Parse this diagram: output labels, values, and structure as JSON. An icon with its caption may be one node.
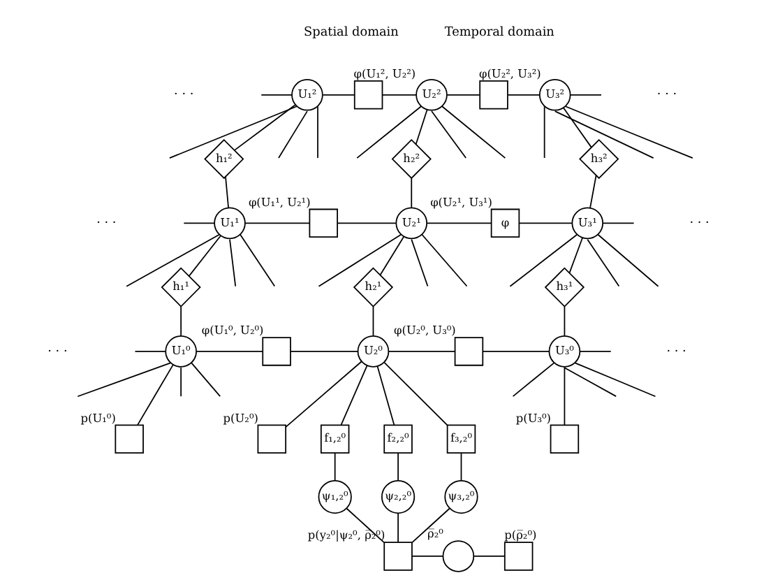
{
  "diagram": {
    "nodes": [
      {
        "text": [
          "U₁²"
        ]
      },
      {
        "text": [],
        "shape": "box",
        "beside": [
          "φ(U₁², U₂²)"
        ]
      },
      {
        "text": [
          "U₂²"
        ]
      },
      {
        "text": [],
        "shape": "box",
        "beside": [
          "φ(U₂², U₃²)"
        ]
      },
      {
        "text": [
          "U₃²"
        ]
      },
      {
        "text": [
          "h₁²"
        ]
      },
      {
        "text": [
          "h₂²"
        ]
      },
      {
        "text": [
          "h₃²"
        ]
      },
      {
        "text": [
          "U₁¹"
        ]
      },
      {
        "text": [],
        "shape": "box",
        "beside": [
          "φ(U₁¹, U₂¹)"
        ]
      },
      {
        "text": [
          "U₂¹"
        ]
      },
      {
        "text": [
          "φ"
        ],
        "beside": [
          "φ(U₂¹, U₃¹)"
        ]
      },
      {
        "text": [
          "U₃¹"
        ]
      },
      {
        "text": [
          "h₁¹"
        ]
      },
      {
        "text": [
          "h₂¹"
        ]
      },
      {
        "text": [
          "h₃¹"
        ]
      },
      {
        "text": [
          "U₁⁰"
        ]
      },
      {
        "text": [],
        "shape": "box",
        "beside": [
          "φ(U₁⁰, U₂⁰)"
        ]
      },
      {
        "text": [
          "U₂⁰"
        ]
      },
      {
        "text": [],
        "shape": "box",
        "beside": [
          "φ(U₂⁰, U₃⁰)"
        ]
      },
      {
        "text": [
          "U₃⁰"
        ]
      },
      {
        "text": [],
        "shape": "box",
        "beside": [
          "p(U₁⁰)"
        ]
      },
      {
        "text": [],
        "shape": "box",
        "beside": [
          "p(U₂⁰)"
        ]
      },
      {
        "text": [],
        "shape": "box",
        "beside": [
          "p(U₃⁰)"
        ]
      },
      {
        "text": [
          "f₁,₂⁰"
        ]
      },
      {
        "text": [
          "f₂,₂⁰"
        ]
      },
      {
        "text": [
          "f₃,₂⁰"
        ]
      },
      {
        "text": [
          "ψ₁,₂⁰"
        ]
      },
      {
        "text": [
          "ψ₂,₂⁰"
        ]
      },
      {
        "text": [
          "ψ₃,₂⁰"
        ]
      },
      {
        "text": [],
        "shape": "box",
        "beside": [
          "p(y₂⁰|ψ₂⁰, ρ̅₂⁰)"
        ]
      },
      {
        "text": [],
        "shape": "circle",
        "beside": [
          "ρ̅₂⁰"
        ]
      },
      {
        "text": [],
        "shape": "box",
        "beside": [
          "p(ρ̅₂⁰)"
        ]
      }
    ],
    "edges": [
      {
        "from": null,
        "to": 0,
        "arrow": "none"
      },
      {
        "from": 0,
        "to": 1,
        "arrow": "none"
      },
      {
        "from": 1,
        "to": 2,
        "arrow": "none"
      },
      {
        "from": 2,
        "to": 3,
        "arrow": "none"
      },
      {
        "from": 3,
        "to": 4,
        "arrow": "none"
      },
      {
        "from": 4,
        "to": null,
        "arrow": "none"
      },
      {
        "from": null,
        "to": 8,
        "arrow": "none"
      },
      {
        "from": 8,
        "to": 9,
        "arrow": "none"
      },
      {
        "from": 9,
        "to": 10,
        "arrow": "none"
      },
      {
        "from": 10,
        "to": 11,
        "arrow": "none"
      },
      {
        "from": 11,
        "to": 12,
        "arrow": "none"
      },
      {
        "from": 12,
        "to": null,
        "arrow": "none"
      },
      {
        "from": null,
        "to": 16,
        "arrow": "none"
      },
      {
        "from": 16,
        "to": 17,
        "arrow": "none"
      },
      {
        "from": 17,
        "to": 18,
        "arrow": "none"
      },
      {
        "from": 18,
        "to": 19,
        "arrow": "none"
      },
      {
        "from": 19,
        "to": 20,
        "arrow": "none"
      },
      {
        "from": 20,
        "to": null,
        "arrow": "none"
      },
      {
        "from": 0,
        "to": 5,
        "arrow": "none"
      },
      {
        "from": 5,
        "to": 8,
        "arrow": "none"
      },
      {
        "from": 8,
        "to": 13,
        "arrow": "none"
      },
      {
        "from": 13,
        "to": 16,
        "arrow": "none"
      },
      {
        "from": 2,
        "to": 6,
        "arrow": "none"
      },
      {
        "from": 6,
        "to": 10,
        "arrow": "none"
      },
      {
        "from": 10,
        "to": 14,
        "arrow": "none"
      },
      {
        "from": 14,
        "to": 18,
        "arrow": "none"
      },
      {
        "from": 4,
        "to": 7,
        "arrow": "none"
      },
      {
        "from": 7,
        "to": 12,
        "arrow": "none"
      },
      {
        "from": 12,
        "to": 15,
        "arrow": "none"
      },
      {
        "from": 15,
        "to": 20,
        "arrow": "none"
      },
      {
        "from": 16,
        "to": 21,
        "arrow": "none"
      },
      {
        "from": 18,
        "to": 22,
        "arrow": "none"
      },
      {
        "from": 20,
        "to": 23,
        "arrow": "none"
      },
      {
        "from": 18,
        "to": 24,
        "arrow": "none"
      },
      {
        "from": 18,
        "to": 25,
        "arrow": "none"
      },
      {
        "from": 18,
        "to": 26,
        "arrow": "none"
      },
      {
        "from": 24,
        "to": 27,
        "arrow": "none"
      },
      {
        "from": 25,
        "to": 28,
        "arrow": "none"
      },
      {
        "from": 26,
        "to": 29,
        "arrow": "none"
      },
      {
        "from": 27,
        "to": 30,
        "arrow": "none"
      },
      {
        "from": 28,
        "to": 30,
        "arrow": "none"
      },
      {
        "from": 29,
        "to": 30,
        "arrow": "none"
      },
      {
        "from": 30,
        "to": 31,
        "arrow": "none"
      },
      {
        "from": 31,
        "to": 32,
        "arrow": "none"
      },
      {
        "from": 0,
        "to": null,
        "arrow": "none"
      },
      {
        "from": 0,
        "to": null,
        "arrow": "none"
      },
      {
        "from": 0,
        "to": null,
        "arrow": "none"
      },
      {
        "from": 2,
        "to": null,
        "arrow": "none"
      },
      {
        "from": 2,
        "to": null,
        "arrow": "none"
      },
      {
        "from": 2,
        "to": null,
        "arrow": "none"
      },
      {
        "from": 4,
        "to": null,
        "arrow": "none"
      },
      {
        "from": 4,
        "to": null,
        "arrow": "none"
      },
      {
        "from": 4,
        "to": null,
        "arrow": "none"
      },
      {
        "from": 8,
        "to": null,
        "arrow": "none"
      },
      {
        "from": 8,
        "to": null,
        "arrow": "none"
      },
      {
        "from": 8,
        "to": null,
        "arrow": "none"
      },
      {
        "from": 10,
        "to": null,
        "arrow": "none"
      },
      {
        "from": 10,
        "to": null,
        "arrow": "none"
      },
      {
        "from": 10,
        "to": null,
        "arrow": "none"
      },
      {
        "from": 12,
        "to": null,
        "arrow": "none"
      },
      {
        "from": 12,
        "to": null,
        "arrow": "none"
      },
      {
        "from": 12,
        "to": null,
        "arrow": "none"
      },
      {
        "from": 16,
        "to": null,
        "arrow": "none"
      },
      {
        "from": 16,
        "to": null,
        "arrow": "none"
      },
      {
        "from": 16,
        "to": null,
        "arrow": "none"
      },
      {
        "from": 20,
        "to": null,
        "arrow": "none"
      },
      {
        "from": 20,
        "to": null,
        "arrow": "none"
      },
      {
        "from": 20,
        "to": null,
        "arrow": "none"
      }
    ],
    "labels": [
      "Spatial domain",
      "Temporal domain",
      "· · ·",
      "· · ·",
      "· · ·",
      "· · ·",
      "· · ·",
      "· · ·"
    ]
  }
}
